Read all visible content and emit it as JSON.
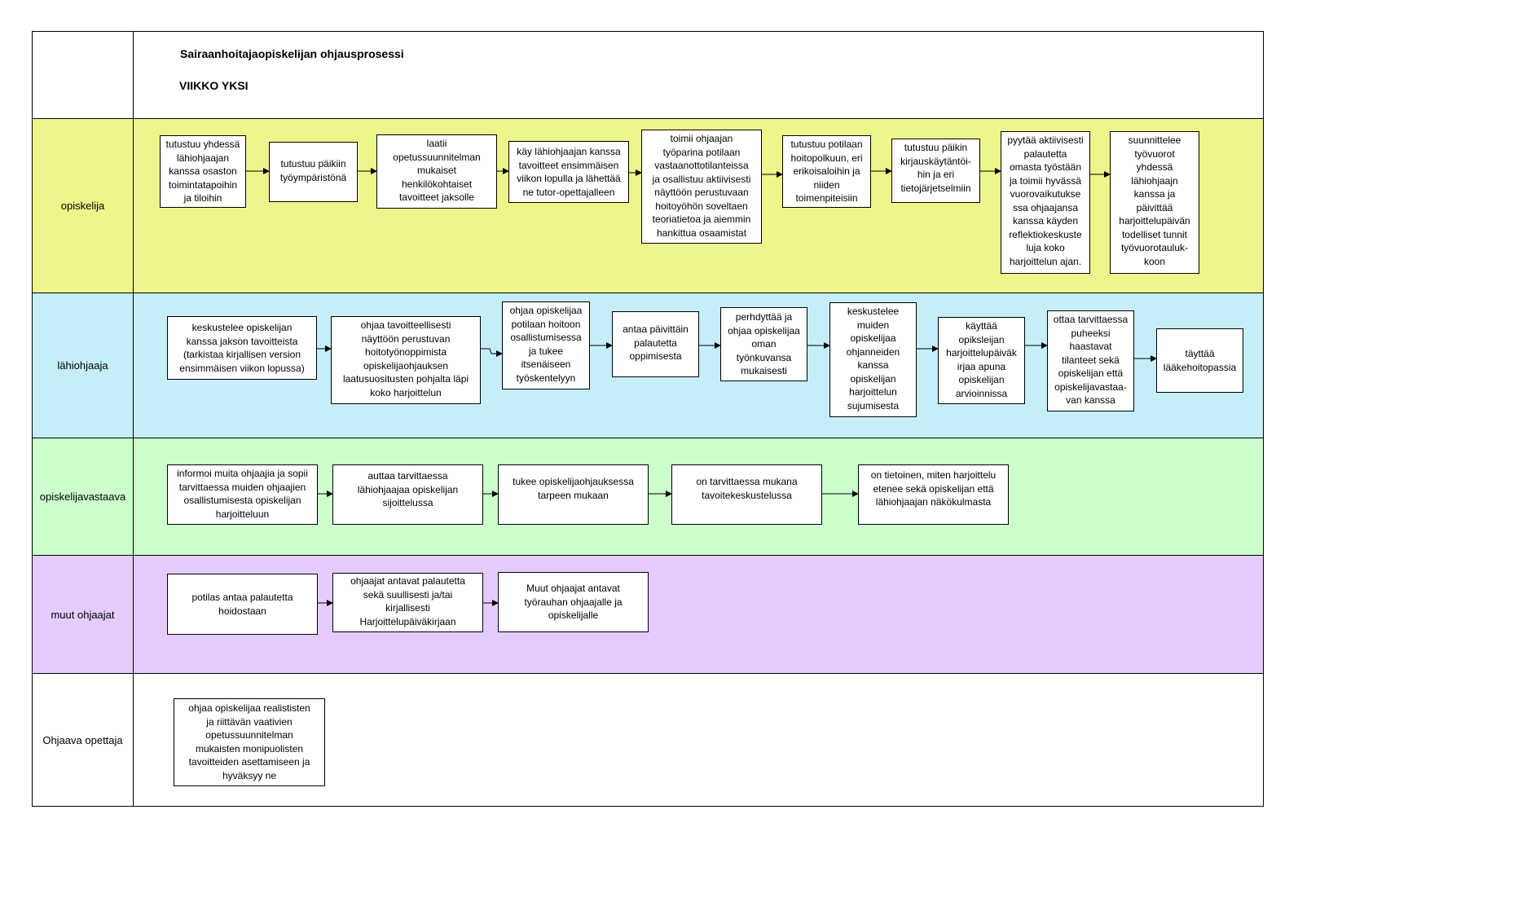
{
  "header": {
    "title": "Sairaanhoitajaopiskelijan ohjausprosessi",
    "subtitle": "VIIKKO YKSI"
  },
  "lanes": [
    {
      "label": "opiskelija",
      "color": "#eef58a",
      "boxes": [
        "tutustuu yhdessä\nlähiohjaajan\nkanssa osaston\ntoimintatapoihin\nja tiloihin",
        "tutustuu päikiin\ntyöympäristönä",
        "laatii\nopetussuunnitelman\nmukaiset\nhenkilökohtaiset\ntavoitteet jaksolle",
        "käy lähiohjaajan kanssa\ntavoitteet ensimmäisen\nviikon lopulla ja lähettää\nne tutor-opettajalleen",
        "toimii ohjaajan\ntyöparina potilaan\nvastaanottotilanteissa\nja osallistuu aktiivisesti\nnäyttöön perustuvaan\nhoitoyöhön soveltaen\nteoriatietoa ja aiemmin\nhankittua osaamistat",
        "tutustuu potilaan\nhoitopolkuun, eri\nerikoisaloihin ja\nniiden\ntoimenpiteisiin",
        "tutustuu päikin\nkirjauskäytäntöi-\nhin ja eri\ntietojärjetselmiin",
        "pyytää aktiivisesti\npalautetta\nomasta työstään\nja toimii hyvässä\nvuorovaikutukse\nssa ohjaajansa\nkanssa käyden\nreflektiokeskuste\nluja koko\nharjoittelun ajan.",
        "suunnittelee\ntyövuorot\nyhdessä\nlähiohjaajn\nkanssa ja\npäivittää\nharjoittelupäivän\ntodelliset tunnit\ntyövuorotauluk-\nkoon"
      ]
    },
    {
      "label": "lähiohjaaja",
      "color": "#c5eef8",
      "boxes": [
        "keskustelee opiskelijan\nkanssa jakson tavoitteista\n(tarkistaa kirjallisen version\nensimmäisen viikon lopussa)",
        "ohjaa tavoitteellisesti\nnäyttöön perustuvan\nhoitotyönoppimista\nopiskelijaohjauksen\nlaatusuositusten pohjalta läpi\nkoko harjoittelun",
        "ohjaa opiskelijaa\npotilaan hoitoon\nosallistumisessa\nja tukee\nitsenäiseen\ntyöskentelyyn",
        "antaa päivittäin\npalautetta\noppimisesta",
        "perhdyttää ja\nohjaa opiskelijaa\noman\ntyönkuvansa\nmukaisesti",
        "keskustelee\nmuiden\nopiskelijaa\nohjanneiden\nkanssa\nopiskelijan\nharjoittelun\nsujumisesta",
        "käyttää\nopiksleijan\nharjoittelupäiväk\nirjaa apuna\nopiskelijan\narvioinnissa",
        "ottaa tarvittaessa\npuheeksi\nhaastavat\ntilanteet sekä\nopiskelijan että\nopiskelijavastaa-\nvan kanssa",
        "täyttää\nlääkehoitopassia"
      ]
    },
    {
      "label": "opiskelijavastaava",
      "color": "#ccffcc",
      "boxes": [
        "informoi muita ohjaajia ja sopii\ntarvittaessa muiden ohjaajien\nosallistumisesta opiskelijan\nharjoitteluun",
        "auttaa tarvittaessa\nlähiohjaajaa opiskelijan\nsijoittelussa",
        "tukee opiskelijaohjauksessa\ntarpeen mukaan",
        "on tarvittaessa mukana\ntavoitekeskustelussa",
        "on tietoinen, miten harjoittelu\netenee sekä opiskelijan että\nlähiohjaajan näkökulmasta"
      ]
    },
    {
      "label": "muut ohjaajat",
      "color": "#e5ccff",
      "boxes": [
        "potilas antaa palautetta\nhoidostaan",
        "ohjaajat antavat palautetta\nsekä suullisesti ja/tai\nkirjallisesti\nHarjoittelupäiväkirjaan",
        "Muut ohjaajat antavat\ntyörauhan ohjaajalle ja\nopiskelijalle"
      ]
    },
    {
      "label": "Ohjaava opettaja",
      "color": "#ffffff",
      "boxes": [
        "ohjaa opiskelijaa realististen\nja riittävän vaativien\nopetussuunnitelman\nmukaisten monipuolisten\ntavoitteiden asettamiseen ja\nhyväksyy ne"
      ]
    }
  ]
}
